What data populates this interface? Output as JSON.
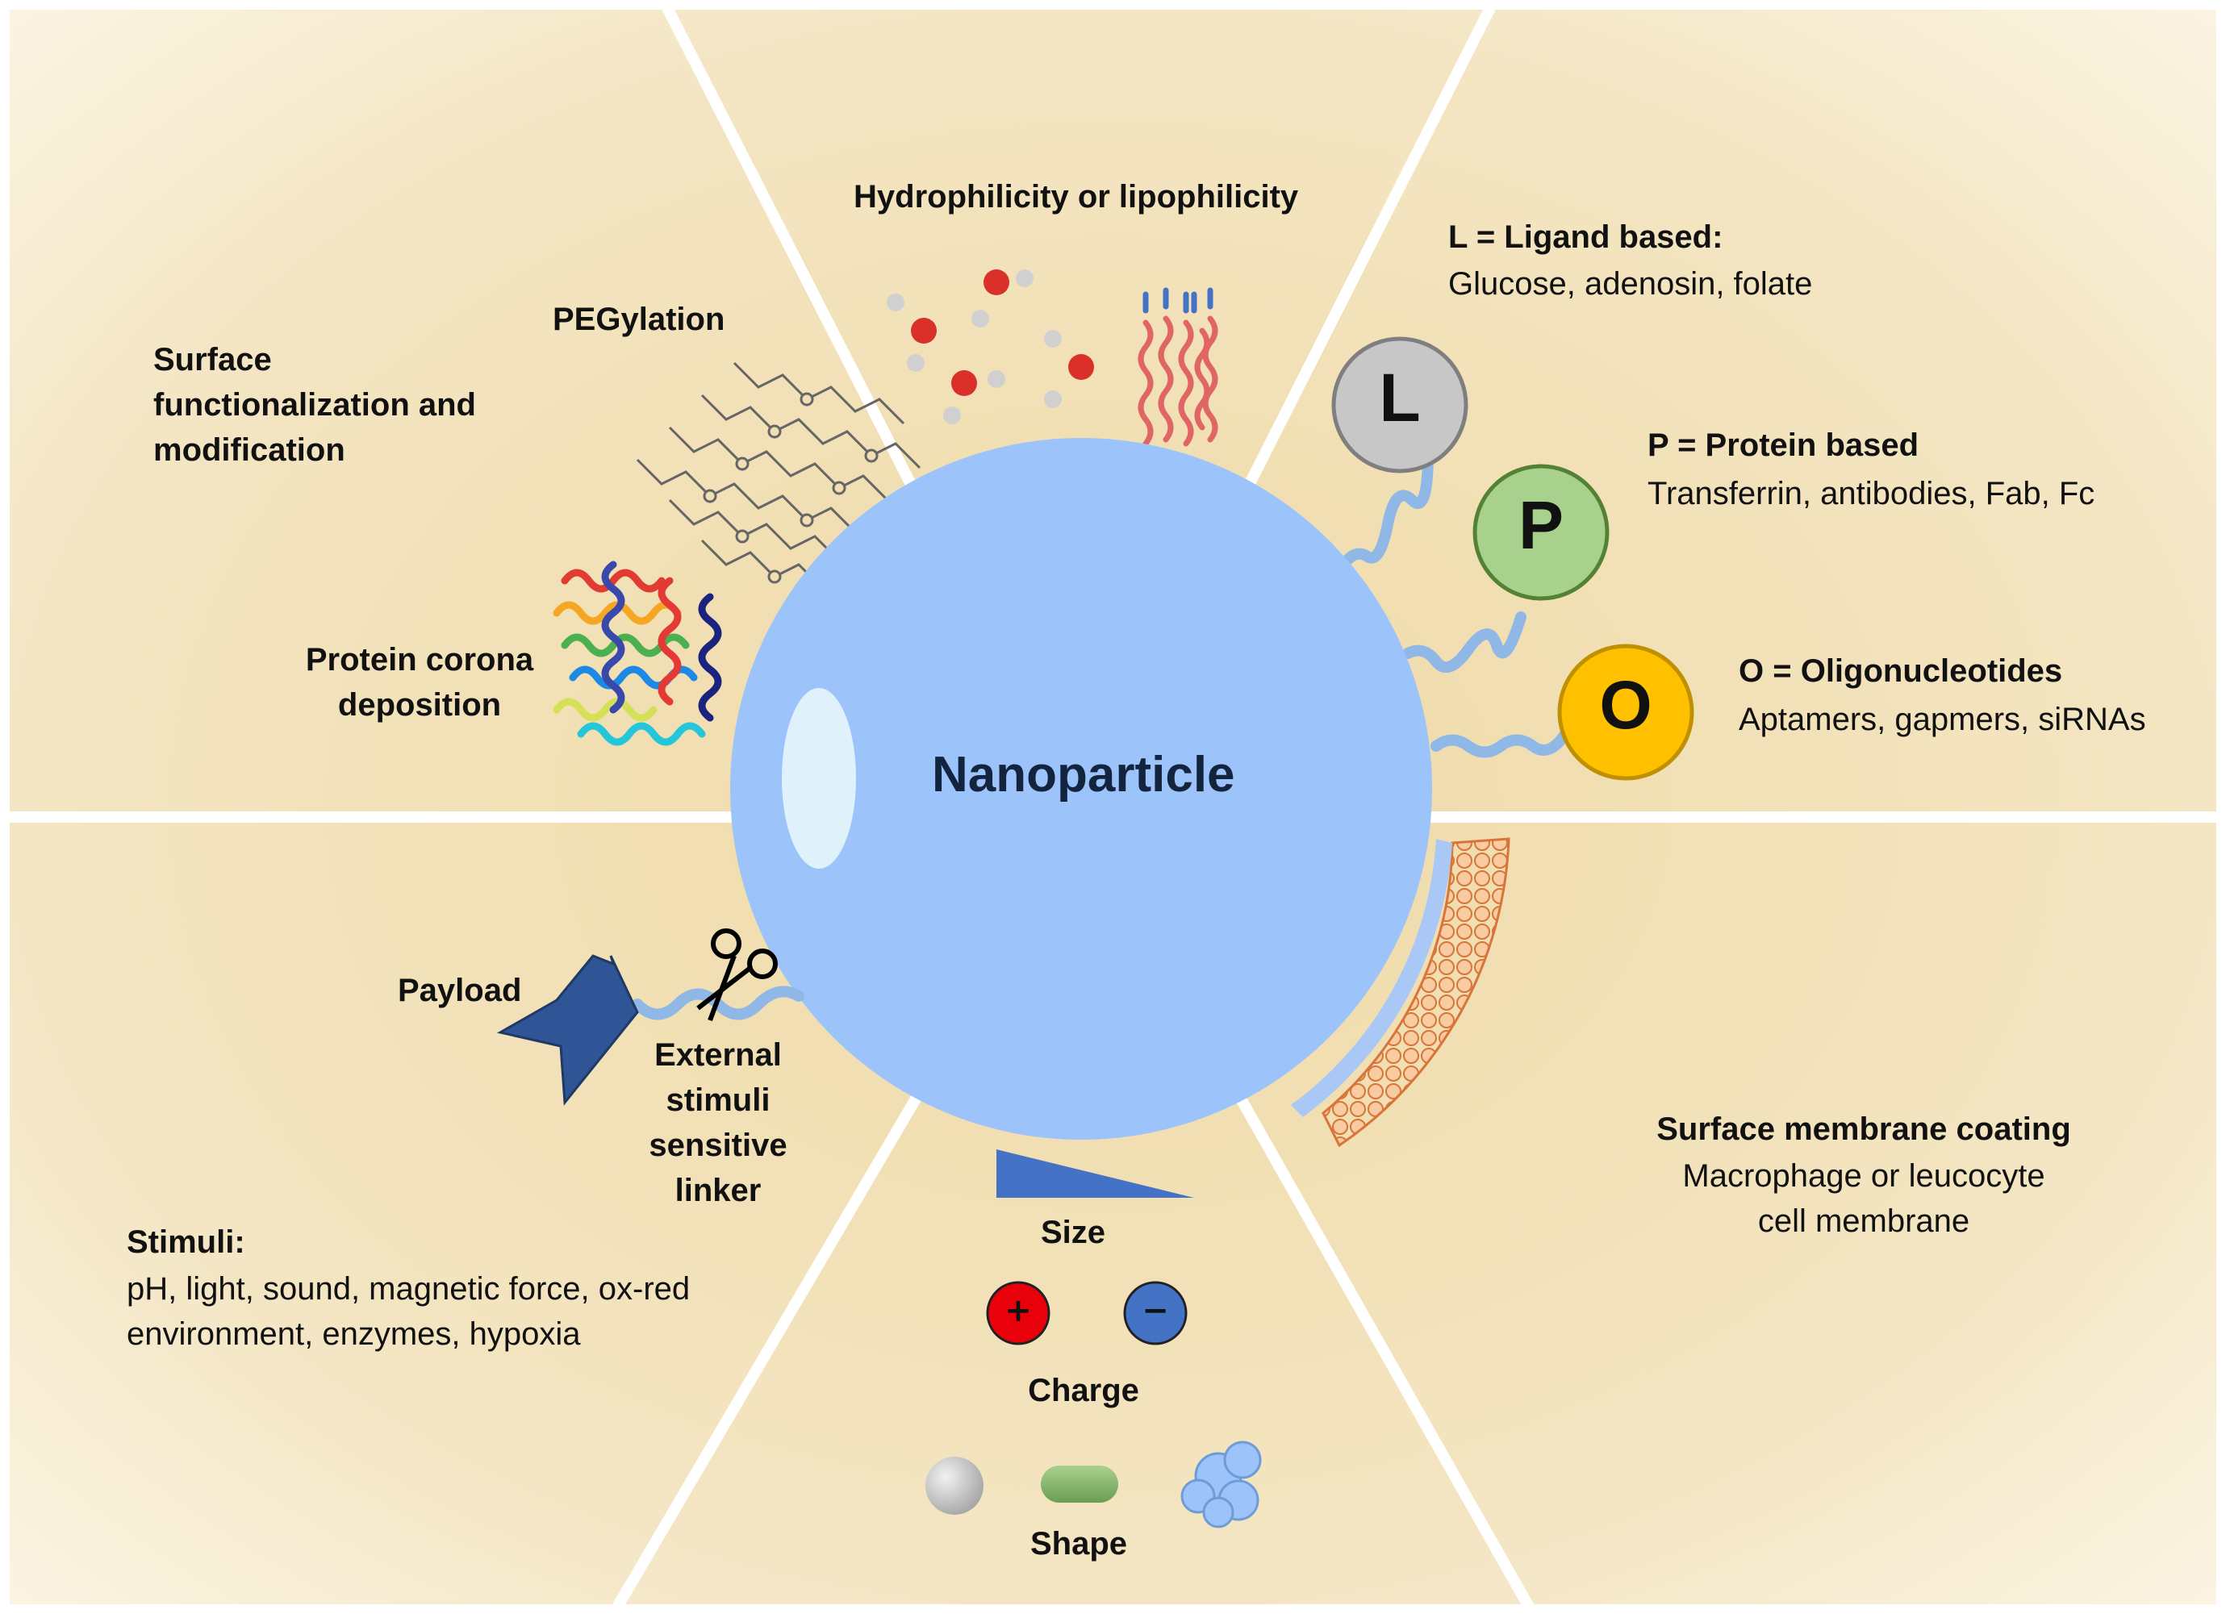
{
  "center": {
    "title": "Nanoparticle"
  },
  "sections": {
    "surface": {
      "title": "Surface functionalization and modification",
      "title_lines": [
        "Surface",
        "functionalization and",
        "modification"
      ],
      "pegylation": "PEGylation",
      "corona_lines": [
        "Protein corona",
        "deposition"
      ]
    },
    "hydrophilicity": {
      "title": "Hydrophilicity or lipophilicity"
    },
    "targeting": {
      "ligand": {
        "badge": "L",
        "title": "L = Ligand based:",
        "examples": "Glucose, adenosin, folate",
        "color": "#c7c7c7"
      },
      "protein": {
        "badge": "P",
        "title": "P = Protein based",
        "examples": "Transferrin, antibodies, Fab, Fc",
        "color": "#a9d18e"
      },
      "oligo": {
        "badge": "O",
        "title": "O = Oligonucleotides",
        "examples": "Aptamers, gapmers, siRNAs",
        "color": "#ffc000"
      }
    },
    "membrane": {
      "title": "Surface membrane coating",
      "desc_lines": [
        "Macrophage or leucocyte",
        "cell membrane"
      ]
    },
    "physical": {
      "size": "Size",
      "charge": "Charge",
      "shape": "Shape",
      "plus": "+",
      "minus": "−"
    },
    "stimuli": {
      "payload": "Payload",
      "linker_lines": [
        "External",
        "stimuli",
        "sensitive",
        "linker"
      ],
      "title": "Stimuli:",
      "desc_lines": [
        "pH, light, sound, magnetic force, ox-red",
        "environment, enzymes, hypoxia"
      ]
    }
  },
  "colors": {
    "background": "#f1deb2",
    "nanoparticle": "#9dc3fb",
    "highlight": "#dff1fb",
    "linker": "#8fb8e6",
    "payload": "#2f5597",
    "plus": "#e8000a",
    "minus": "#4472c4",
    "membrane": "#f4b183"
  }
}
